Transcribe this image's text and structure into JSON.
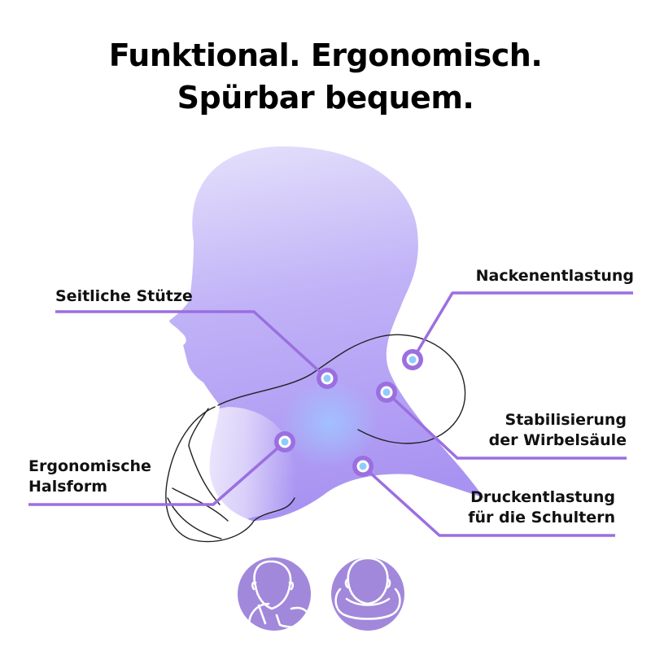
{
  "headline": {
    "line1": "Funktional. Ergonomisch.",
    "line2": "Spürbar bequem."
  },
  "colors": {
    "accent": "#9b6fe0",
    "silhouette_light": "#e6e2fb",
    "silhouette_dark": "#a993f2",
    "glow": "#9fc4ff",
    "outline": "#222222",
    "text": "#111111"
  },
  "callouts": [
    {
      "lines": [
        "Seitliche Stütze"
      ]
    },
    {
      "lines": [
        "Nackenentlastung"
      ]
    },
    {
      "lines": [
        "Stabilisierung",
        "der Wirbelsäule"
      ]
    },
    {
      "lines": [
        "Ergonomische",
        "Halsform"
      ]
    },
    {
      "lines": [
        "Druckentlastung",
        "für die Schultern"
      ]
    }
  ],
  "icons": [
    {
      "name": "side-sleeping-head-icon"
    },
    {
      "name": "back-of-head-pillow-icon"
    }
  ]
}
